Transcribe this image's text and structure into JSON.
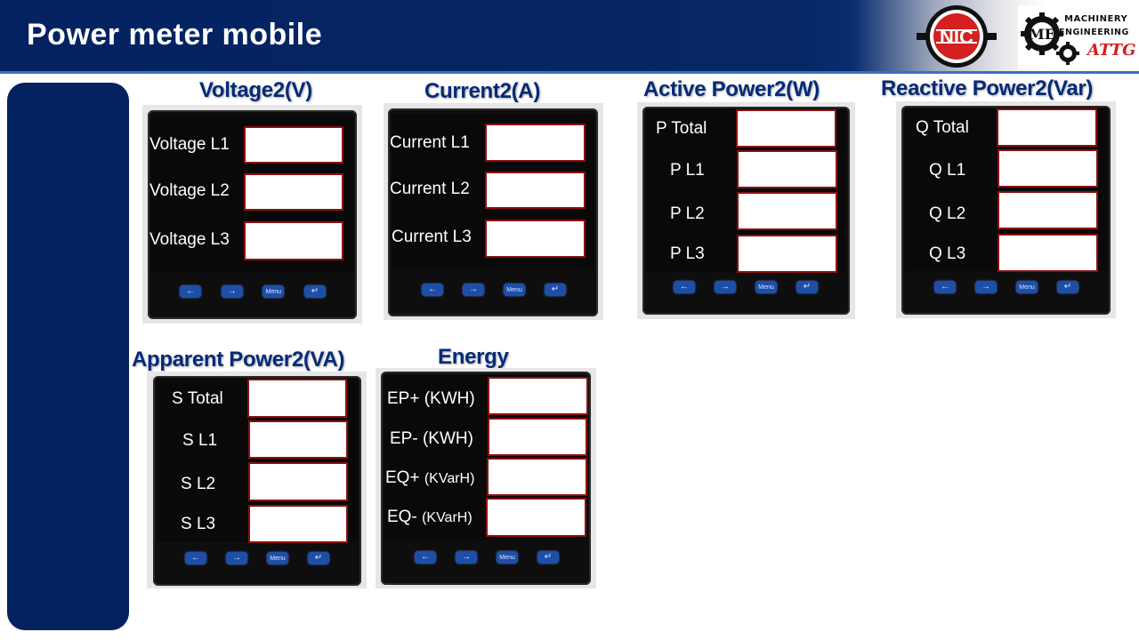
{
  "header": {
    "title": "Power meter mobile"
  },
  "logos": {
    "nic": "NIC",
    "me_mark": "ME",
    "me_line1": "MACHINERY",
    "me_line2": "ENGINEERING",
    "me_tag": "ATTG"
  },
  "buttons": {
    "left": "←",
    "right": "→",
    "menu": "Menu",
    "enter": "↵"
  },
  "panels": {
    "voltage": {
      "title": "Voltage2(V)",
      "rows": [
        {
          "label": "Voltage L1",
          "value": ""
        },
        {
          "label": "Voltage L2",
          "value": ""
        },
        {
          "label": "Voltage L3",
          "value": ""
        }
      ]
    },
    "current": {
      "title": "Current2(A)",
      "rows": [
        {
          "label": "Current L1",
          "value": ""
        },
        {
          "label": "Current L2",
          "value": ""
        },
        {
          "label": "Current L3",
          "value": ""
        }
      ]
    },
    "active": {
      "title": "Active Power2(W)",
      "rows": [
        {
          "label": "P Total",
          "value": ""
        },
        {
          "label": "P L1",
          "value": ""
        },
        {
          "label": "P L2",
          "value": ""
        },
        {
          "label": "P L3",
          "value": ""
        }
      ]
    },
    "reactive": {
      "title": "Reactive Power2(Var)",
      "rows": [
        {
          "label": "Q Total",
          "value": ""
        },
        {
          "label": "Q L1",
          "value": ""
        },
        {
          "label": "Q L2",
          "value": ""
        },
        {
          "label": "Q L3",
          "value": ""
        }
      ]
    },
    "apparent": {
      "title": "Apparent Power2(VA)",
      "rows": [
        {
          "label": "S Total",
          "value": ""
        },
        {
          "label": "S L1",
          "value": ""
        },
        {
          "label": "S L2",
          "value": ""
        },
        {
          "label": "S L3",
          "value": ""
        }
      ]
    },
    "energy": {
      "title": "Energy",
      "rows": [
        {
          "label": "EP+",
          "unit": "(KWH)",
          "value": ""
        },
        {
          "label": "EP-",
          "unit": "(KWH)",
          "value": ""
        },
        {
          "label": "EQ+",
          "unit": "(KVarH)",
          "value": ""
        },
        {
          "label": "EQ-",
          "unit": "(KVarH)",
          "value": ""
        }
      ]
    }
  },
  "colors": {
    "header_bg": "#042260",
    "title_text": "#062a78",
    "box_border": "#8c1010",
    "button_blue": "#1e4fa8"
  }
}
